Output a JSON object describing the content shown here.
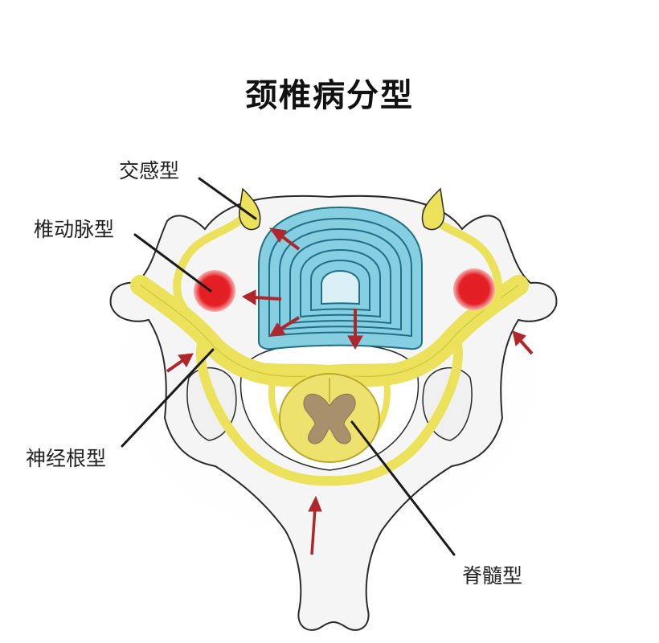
{
  "title": "颈椎病分型",
  "labels": {
    "sympathetic": "交感型",
    "vertebral_artery": "椎动脉型",
    "nerve_root": "神经根型",
    "spinal_cord": "脊髓型"
  },
  "colors": {
    "bone_fill": "#f4f4f4",
    "bone_outline": "#2a2a2a",
    "nerve_yellow": "#f0e55c",
    "nerve_outline": "#b9a92a",
    "disc_blue": "#7cc6d8",
    "disc_lines": "#1f6f86",
    "artery_red": "#e31e24",
    "arrow_red": "#c0392b",
    "cord_fill": "#ece06a",
    "gray_matter": "#a8906c"
  }
}
